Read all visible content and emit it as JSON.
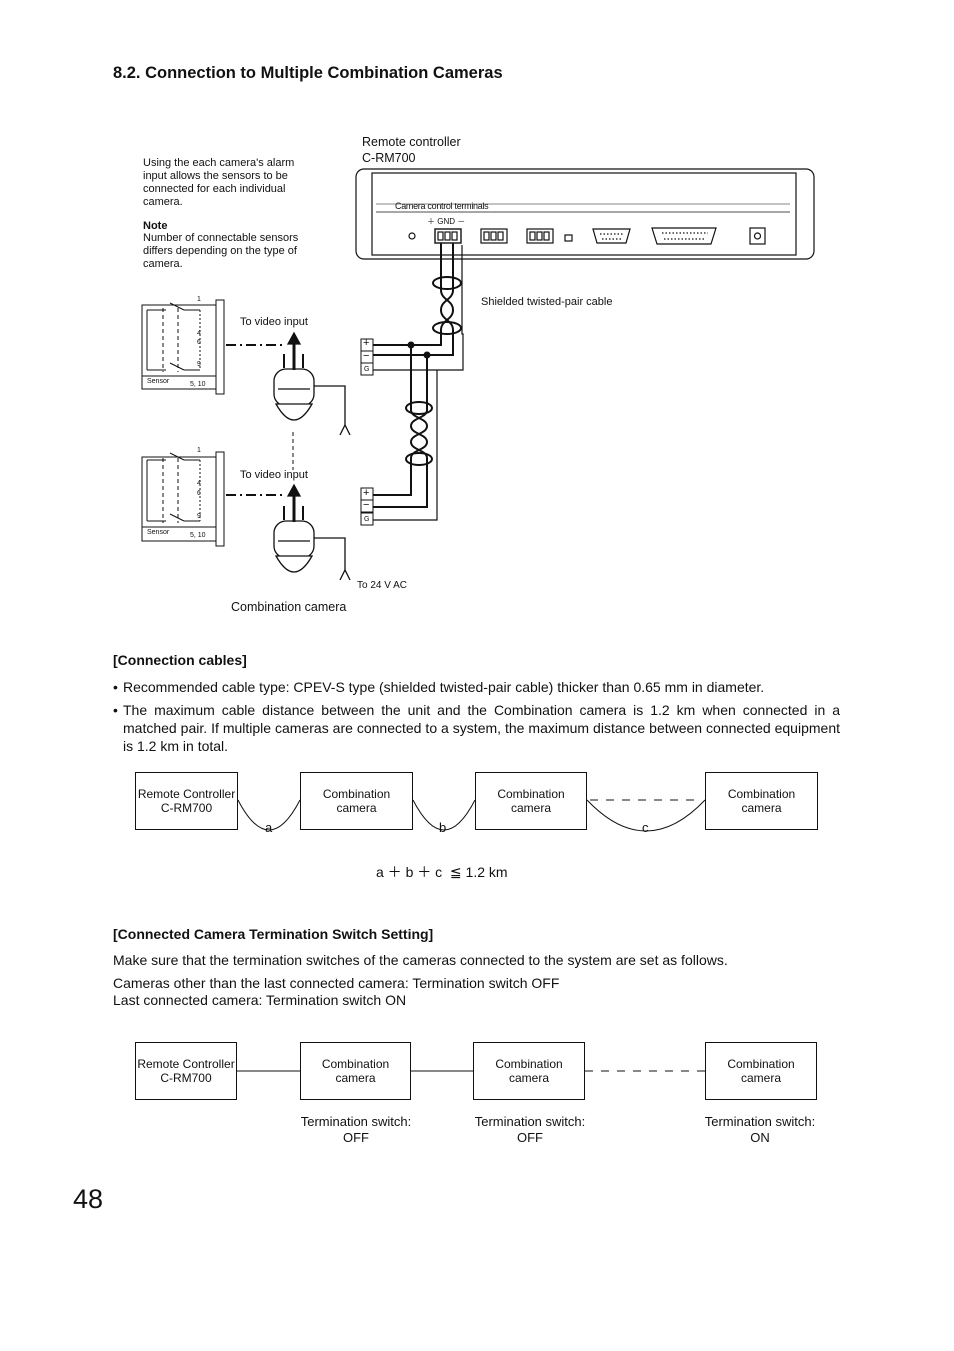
{
  "page": {
    "title": "8.2. Connection to Multiple Combination Cameras",
    "page_number": "48"
  },
  "diagram": {
    "controller_label_1": "Remote controller",
    "controller_label_2": "C-RM700",
    "alarm_note": "Using the each camera's alarm input allows the sensors to be connected for each individual camera.",
    "note_title": "Note",
    "note_text": "Number of connectable sensors differs depending on the type of camera.",
    "camera_control_terminals": "Camera control terminals",
    "terminal_polarity": "＋ GND －",
    "shielded_cable": "Shielded twisted-pair cable",
    "to_video_input_1": "To video input",
    "to_video_input_2": "To video input",
    "sensor_1": "Sensor",
    "sensor_2": "Sensor",
    "pin_1": "1",
    "pin_4": "4",
    "pin_6": "6",
    "pin_9": "9",
    "pin_510": "5, 10",
    "pin_1b": "1",
    "pin_4b": "4",
    "pin_6b": "6",
    "pin_9b": "9",
    "pin_510b": "5, 10",
    "term_plus": "+",
    "term_minus": "−",
    "term_g": "G",
    "to_24vac": "To 24 V AC",
    "combination_camera": "Combination camera"
  },
  "cables": {
    "heading": "[Connection cables]",
    "bullet_1": "Recommended cable type: CPEV-S type (shielded twisted-pair cable) thicker than 0.65 mm in diameter.",
    "bullet_2": "The maximum cable distance between the unit and the Combination camera is 1.2 km when connected in a matched pair. If multiple cameras are connected to a system, the maximum distance between connected equipment is 1.2 km in total.",
    "bullet_symbol": "•"
  },
  "distance_diagram": {
    "remote_1": "Remote Controller",
    "remote_2": "C-RM700",
    "cam1": "Combination camera",
    "cam2": "Combination camera",
    "cam3": "Combination camera",
    "label_a": "a",
    "label_b": "b",
    "label_c": "c",
    "formula": "a ＋ b ＋ c  ≦ 1.2 km"
  },
  "termination": {
    "heading": "[Connected Camera Termination Switch Setting]",
    "intro": "Make sure that the termination switches of the cameras connected to the system are set as follows.",
    "line_1": "Cameras other than the last connected camera: Termination switch OFF",
    "line_2": "Last connected camera: Termination switch ON",
    "remote_1": "Remote Controller",
    "remote_2": "C-RM700",
    "cam1": "Combination camera",
    "cam2": "Combination camera",
    "cam3": "Combination camera",
    "sw_label": "Termination switch:",
    "sw1": "OFF",
    "sw2": "OFF",
    "sw3": "ON"
  }
}
